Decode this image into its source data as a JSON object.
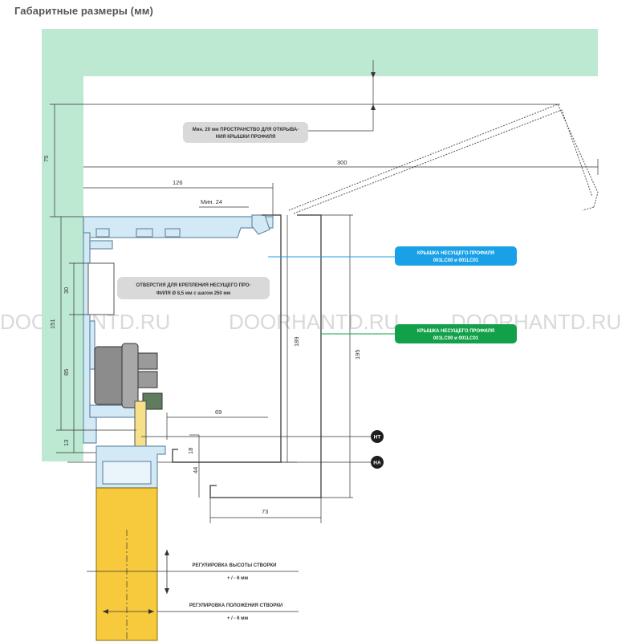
{
  "heading": "Габаритные размеры (мм)",
  "colors": {
    "wall": "#bde8d1",
    "profile_fill": "#d3e9f6",
    "profile_stroke": "#6a8ea8",
    "blue_label": "#1aa0e6",
    "green_label": "#12a04a",
    "note_bg": "#d9d9d9",
    "leaf": "#f7c93d",
    "marker": "#1e1e1e"
  },
  "dimensions": {
    "d75": "75",
    "d300": "300",
    "d126": "126",
    "d_min24": "Мин. 24",
    "d30": "30",
    "d151": "151",
    "d85": "85",
    "d13": "13",
    "d69": "69",
    "d189": "189",
    "d195": "195",
    "d18": "18",
    "d44": "44",
    "d73": "73"
  },
  "notes": {
    "space_line1": "Мин. 20 мм ПРОСТРАНСТВО ДЛЯ ОТКРЫВА-",
    "space_line2": "НИЯ КРЫШКИ ПРОФИЛЯ",
    "holes_line1": "ОТВЕРСТИЯ ДЛЯ КРЕПЛЕНИЯ НЕСУЩЕГО ПРО-",
    "holes_line2": "ФИЛЯ Ø 8,5 мм с шагом 250 мм",
    "height_adj": "РЕГУЛИРОВКА ВЫСОТЫ СТВОРКИ",
    "height_adj_val": "+ / - 6 мм",
    "pos_adj": "РЕГУЛИРОВКА ПОЛОЖЕНИЯ СТВОРКИ",
    "pos_adj_val": "+ / - 6 мм"
  },
  "labels": {
    "blue_line1": "КРЫШКА НЕСУЩЕГО ПРОФИЛЯ",
    "blue_line2": "001LC00 и 001LC01",
    "green_line1": "КРЫШКА НЕСУЩЕГО ПРОФИЛЯ",
    "green_line2": "001LC00 и 001LC01"
  },
  "markers": {
    "ht": "HT",
    "ha": "HA"
  },
  "watermark": "DOORHANTD.RU"
}
